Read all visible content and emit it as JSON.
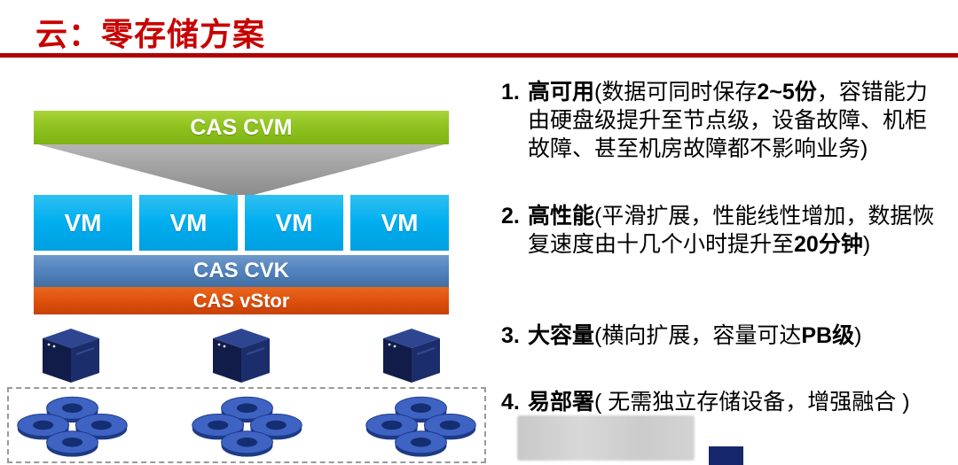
{
  "slide": {
    "title": "云：零存储方案",
    "title_color": "#c80000",
    "rule_color": "#b00000"
  },
  "diagram": {
    "cvm_label": "CAS CVM",
    "vm_labels": [
      "VM",
      "VM",
      "VM",
      "VM"
    ],
    "cvk_label": "CAS CVK",
    "vstor_label": "CAS vStor",
    "colors": {
      "cvm_green": "#8fc31f",
      "vm_cyan": "#00aeef",
      "cvk_blue": "#4f81bd",
      "vstor_orange": "#dd4f0c",
      "funnel_gray": "#9e9e9e",
      "server_navy": "#14204f",
      "disk_blue": "#3f63c2"
    },
    "icons": {
      "server": {
        "name": "server-icon",
        "count": 3
      },
      "disk_cluster": {
        "name": "disk-cluster-icon",
        "count": 3
      }
    }
  },
  "features": [
    {
      "number": "1.",
      "segments": [
        {
          "text": "高可用",
          "bold": true
        },
        {
          "text": "(数据可同时保存",
          "bold": false
        },
        {
          "text": "2~5份",
          "bold": true
        },
        {
          "text": "，容错能力由硬盘级提升至节点级，设备故障、机柜故障、甚至机房故障都不影响业务)",
          "bold": false
        }
      ]
    },
    {
      "number": "2.",
      "segments": [
        {
          "text": "高性能",
          "bold": true
        },
        {
          "text": "(平滑扩展，性能线性增加，数据恢复速度由十几个小时提升至",
          "bold": false
        },
        {
          "text": "20分钟",
          "bold": true
        },
        {
          "text": ")",
          "bold": false
        }
      ]
    },
    {
      "number": "3.",
      "segments": [
        {
          "text": "大容量",
          "bold": true
        },
        {
          "text": "(横向扩展，容量可达",
          "bold": false
        },
        {
          "text": "PB级",
          "bold": true
        },
        {
          "text": ")",
          "bold": false
        }
      ]
    },
    {
      "number": "4.",
      "segments": [
        {
          "text": "易部署",
          "bold": true
        },
        {
          "text": "( 无需独立存储设备，增强融合 )",
          "bold": false
        },
        {
          "text": "",
          "bold": true
        },
        {
          "text": "",
          "bold": false
        }
      ]
    }
  ]
}
